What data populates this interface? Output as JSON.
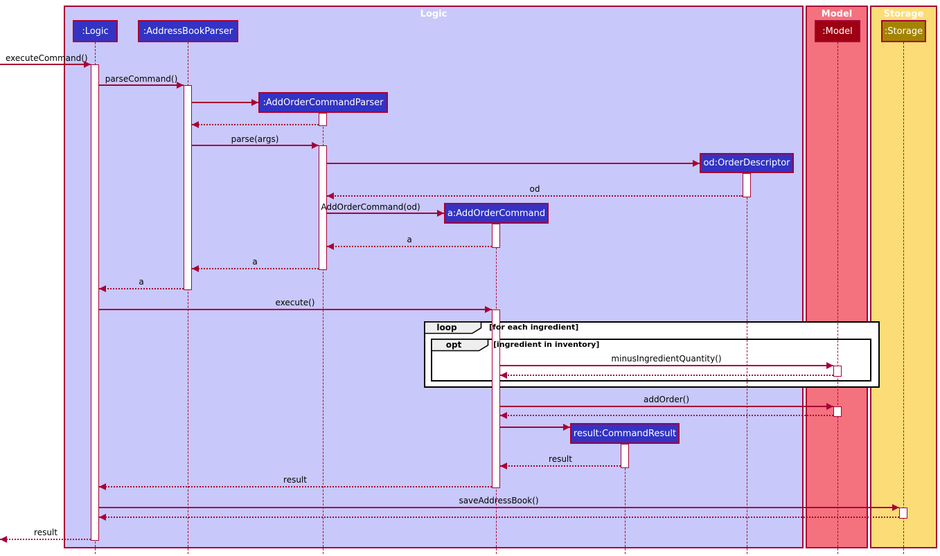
{
  "frames": [
    {
      "label": "Logic"
    },
    {
      "label": "Model"
    },
    {
      "label": "Storage"
    }
  ],
  "participants": [
    {
      "label": ":Logic"
    },
    {
      "label": ":AddressBookParser"
    },
    {
      "label": ":AddOrderCommandParser"
    },
    {
      "label": "od:OrderDescriptor"
    },
    {
      "label": "a:AddOrderCommand"
    },
    {
      "label": "result:CommandResult"
    },
    {
      "label": ":Model"
    },
    {
      "label": ":Storage"
    }
  ],
  "fragments": [
    {
      "operator": "loop",
      "guard": "[for each ingredient]"
    },
    {
      "operator": "opt",
      "guard": "[ingredient in inventory]"
    }
  ],
  "messages": [
    {
      "label": "executeCommand()",
      "type": "found"
    },
    {
      "label": "parseCommand()",
      "type": "sync"
    },
    {
      "label": "",
      "type": "create"
    },
    {
      "label": "",
      "type": "return"
    },
    {
      "label": "parse(args)",
      "type": "sync"
    },
    {
      "label": "",
      "type": "create"
    },
    {
      "label": "od",
      "type": "return"
    },
    {
      "label": "AddOrderCommand(od)",
      "type": "create"
    },
    {
      "label": "a",
      "type": "return"
    },
    {
      "label": "a",
      "type": "return"
    },
    {
      "label": "a",
      "type": "return"
    },
    {
      "label": "execute()",
      "type": "sync"
    },
    {
      "label": "minusIngredientQuantity()",
      "type": "sync"
    },
    {
      "label": "",
      "type": "return"
    },
    {
      "label": "addOrder()",
      "type": "sync"
    },
    {
      "label": "",
      "type": "return"
    },
    {
      "label": "",
      "type": "create"
    },
    {
      "label": "result",
      "type": "return"
    },
    {
      "label": "result",
      "type": "return"
    },
    {
      "label": "saveAddressBook()",
      "type": "sync"
    },
    {
      "label": "",
      "type": "return"
    },
    {
      "label": "result",
      "type": "return"
    }
  ],
  "colors": {
    "arrow": "#A80036",
    "logic_participant_fill": "#3333C4",
    "logic_frame_bg": "#C8C8FA",
    "model_participant_fill": "#9D0012",
    "model_frame_bg": "#F4717E",
    "storage_participant_fill": "#A38300",
    "storage_frame_bg": "#FBDC77",
    "fragment_border": "#000000",
    "fragment_header_bg": "#EEEEEE"
  }
}
